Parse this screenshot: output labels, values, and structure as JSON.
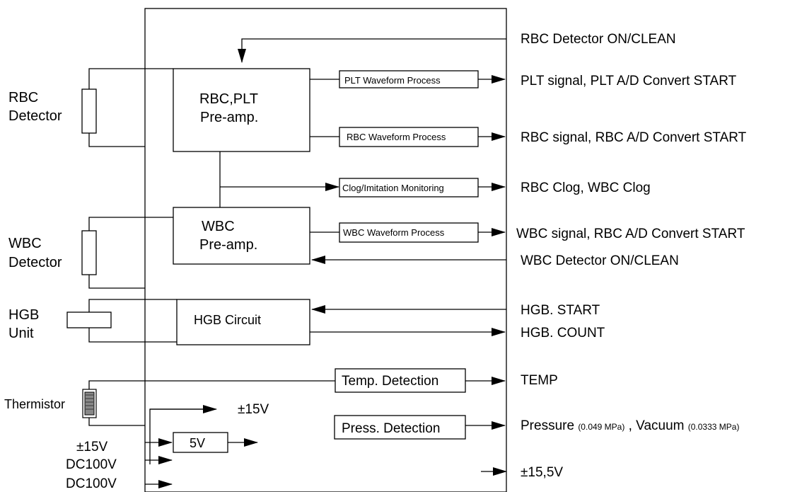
{
  "left_labels": {
    "rbc_detector": [
      "RBC",
      "Detector"
    ],
    "wbc_detector": [
      "WBC",
      "Detector"
    ],
    "hgb_unit": [
      "HGB",
      "Unit"
    ],
    "thermistor": "Thermistor",
    "power_inputs": [
      "±15V",
      "DC100V",
      "DC100V"
    ]
  },
  "blocks": {
    "rbc_plt_preamp": [
      "RBC,PLT",
      "Pre-amp."
    ],
    "wbc_preamp": [
      "WBC",
      "Pre-amp."
    ],
    "hgb_circuit": "HGB Circuit",
    "temp_detection": "Temp. Detection",
    "press_detection": "Press. Detection",
    "plt_waveform": "PLT Waveform Process",
    "rbc_waveform": "RBC Waveform Process",
    "clog_monitoring": "Clog/Imitation Monitoring",
    "wbc_waveform": "WBC Waveform Process",
    "regulator_5v": "5V"
  },
  "inner_labels": {
    "pm15v": "±15V"
  },
  "right_signals": {
    "rbc_detector_onclean": "RBC Detector ON/CLEAN",
    "plt_signal": "PLT signal, PLT  A/D Convert  START",
    "rbc_signal": "RBC signal, RBC  A/D Convert START",
    "clog": "RBC Clog, WBC Clog",
    "wbc_signal": "WBC signal, RBC  A/D Convert START",
    "wbc_detector_onclean": "WBC Detector  ON/CLEAN",
    "hgb_start": "HGB. START",
    "hgb_count": "HGB. COUNT",
    "temp": "TEMP",
    "pressure_label": "Pressure ",
    "pressure_value": "(0.049 MPa)",
    "vacuum_label": " , Vacuum ",
    "vacuum_value": "(0.0333 MPa)",
    "pm15_5v": "±15,5V"
  }
}
